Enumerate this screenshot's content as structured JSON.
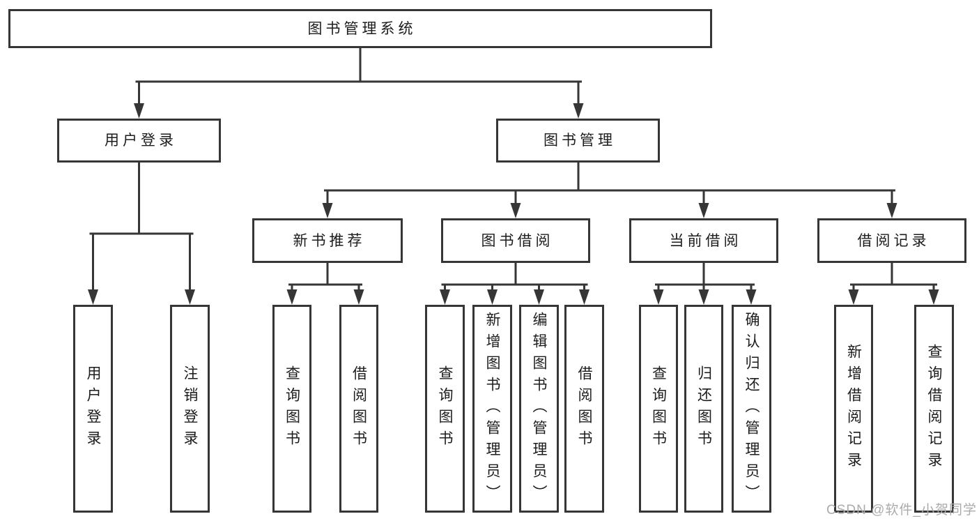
{
  "diagram": {
    "nodes": {
      "root": {
        "label": "图书管理系统"
      },
      "user_login": {
        "label": "用户登录"
      },
      "book_mgmt": {
        "label": "图书管理"
      },
      "new_book_rec": {
        "label": "新书推荐"
      },
      "book_borrow": {
        "label": "图书借阅"
      },
      "current_borrow": {
        "label": "当前借阅"
      },
      "borrow_record": {
        "label": "借阅记录"
      },
      "leaf_user_login": {
        "label": "用户登录"
      },
      "leaf_logout": {
        "label": "注销登录"
      },
      "leaf_query_book_a": {
        "label": "查询图书"
      },
      "leaf_borrow_book_a": {
        "label": "借阅图书"
      },
      "leaf_query_book_b": {
        "label": "查询图书"
      },
      "leaf_add_book": {
        "label": "新增图书（管理员）"
      },
      "leaf_edit_book": {
        "label": "编辑图书（管理员）"
      },
      "leaf_borrow_book_b": {
        "label": "借阅图书"
      },
      "leaf_query_book_c": {
        "label": "查询图书"
      },
      "leaf_return_book": {
        "label": "归还图书"
      },
      "leaf_confirm_return": {
        "label": "确认归还（管理员）"
      },
      "leaf_add_record": {
        "label": "新增借阅记录"
      },
      "leaf_query_record": {
        "label": "查询借阅记录"
      }
    }
  },
  "watermark": {
    "text": "CSDN @软件_小贺同学"
  },
  "colors": {
    "line": "#363636",
    "border": "#363636",
    "text": "#1c1c1c",
    "watermark": "#ababab",
    "background": "#ffffff"
  }
}
